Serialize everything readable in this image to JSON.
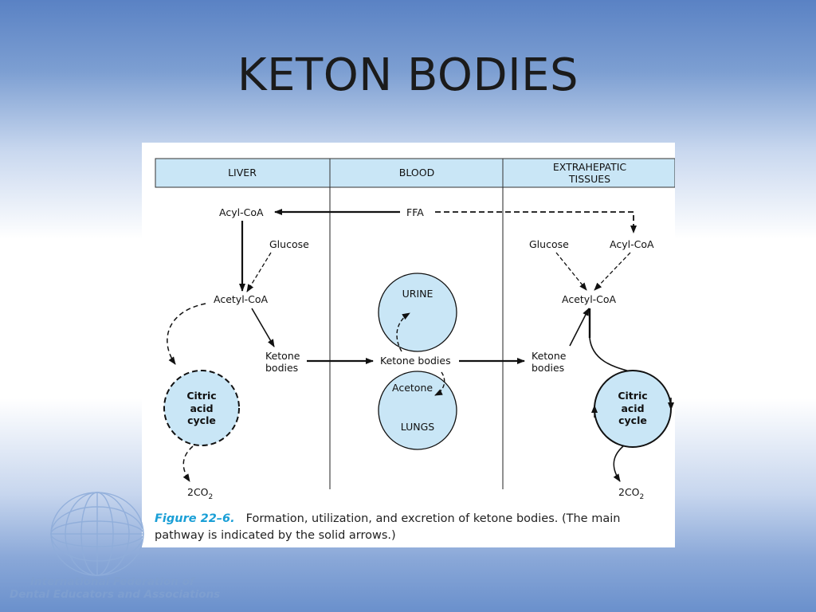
{
  "slide": {
    "title": "KETON BODIES"
  },
  "figure": {
    "columns": [
      "LIVER",
      "BLOOD",
      "EXTRAHEPATIC",
      "TISSUES"
    ],
    "liver": {
      "acyl_coa": "Acyl-CoA",
      "glucose": "Glucose",
      "acetyl_coa": "Acetyl-CoA",
      "ketone_1": "Ketone",
      "ketone_2": "bodies",
      "cycle_1": "Citric",
      "cycle_2": "acid",
      "cycle_3": "cycle",
      "co2": "2CO",
      "co2_sub": "2"
    },
    "blood": {
      "ffa": "FFA",
      "urine": "URINE",
      "ketone_bodies": "Ketone bodies",
      "acetone": "Acetone",
      "lungs": "LUNGS"
    },
    "extrahepatic": {
      "glucose": "Glucose",
      "acyl_coa": "Acyl-CoA",
      "acetyl_coa": "Acetyl-CoA",
      "ketone_1": "Ketone",
      "ketone_2": "bodies",
      "cycle_1": "Citric",
      "cycle_2": "acid",
      "cycle_3": "cycle",
      "co2": "2CO",
      "co2_sub": "2"
    },
    "caption": {
      "number": "Figure 22–6.",
      "text": "Formation, utilization, and excretion of ketone bodies. (The main pathway is indicated by the solid arrows.)"
    },
    "colors": {
      "header_fill": "#c9e6f6",
      "circle_fill": "#c9e6f6",
      "caption_accent": "#1a9fd6"
    }
  },
  "logo": {
    "icon": "globe-icon",
    "line1": "International Federation of",
    "line2": "Dental Educators and Associations"
  }
}
